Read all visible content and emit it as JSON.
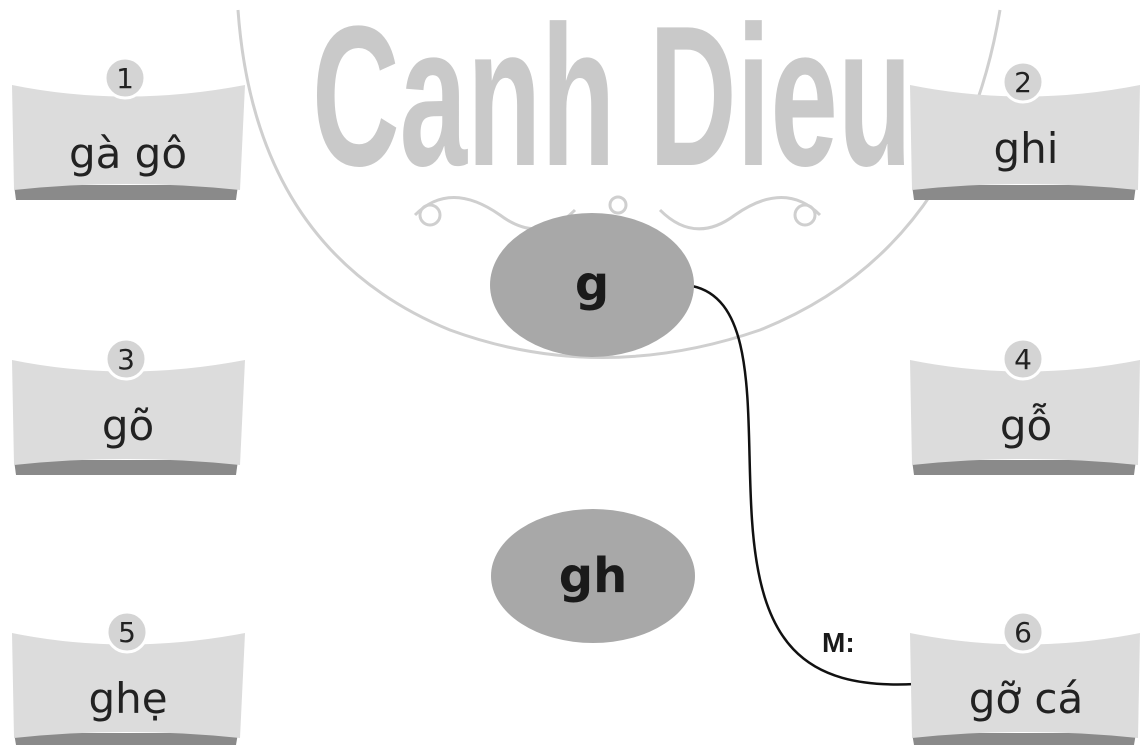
{
  "watermark": {
    "text": "Canh Dieu"
  },
  "hubs": [
    {
      "id": "hub-g",
      "label": "g"
    },
    {
      "id": "hub-gh",
      "label": "gh"
    }
  ],
  "cards": [
    {
      "number": "1",
      "word": "gà gô"
    },
    {
      "number": "2",
      "word": "ghi"
    },
    {
      "number": "3",
      "word": "gõ"
    },
    {
      "number": "4",
      "word": "gỗ"
    },
    {
      "number": "5",
      "word": "ghẹ"
    },
    {
      "number": "6",
      "word": "gỡ cá"
    }
  ],
  "example": {
    "marker": "M:"
  },
  "colors": {
    "card_fill": "#dcdcdc",
    "card_shadow": "#8a8a8a",
    "badge_fill": "#d4d4d4",
    "hub_fill": "#a8a8a8",
    "watermark": "#9e9e9e"
  }
}
